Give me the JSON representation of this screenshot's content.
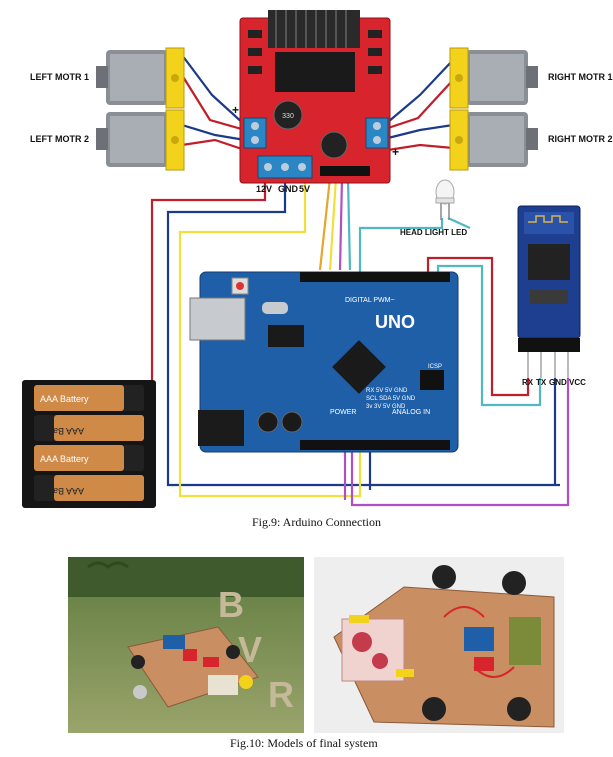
{
  "motors": {
    "left1": "LEFT MOTR 1",
    "left2": "LEFT MOTR 2",
    "right1": "RIGHT MOTR 1",
    "right2": "RIGHT MOTR 2"
  },
  "driver": {
    "power_pins": [
      "12V",
      "GND",
      "5V"
    ],
    "plus": "+",
    "cap_text": "330"
  },
  "led_label": "HEAD LIGHT LED",
  "bluetooth": {
    "pins": [
      "RX",
      "TX",
      "GND",
      "VCC"
    ]
  },
  "battery": {
    "cells": [
      "AAA Battery",
      "AAA Battery",
      "AAA Battery",
      "AAA Battery"
    ]
  },
  "arduino": {
    "logo": "UNO",
    "digital_label": "DIGITAL PWM~",
    "power_label": "POWER",
    "analog_label": "ANALOG IN",
    "icsp_label": "ICSP",
    "pin_rows": [
      "RX 5V 5V GND",
      "SCL SDA 5V GND",
      "3v 3V 5V GND"
    ]
  },
  "captions": {
    "fig9": "Fig.9: Arduino Connection",
    "fig10": "Fig.10: Models of final system"
  },
  "photo_sign_letters": [
    "B",
    "V",
    "R"
  ],
  "colors": {
    "driver_red": "#d8242c",
    "arduino_blue": "#1f5fa8",
    "motor_yellow": "#f2d21b",
    "wire_blue": "#1b3a8a",
    "wire_red": "#c01e2a",
    "wire_yellow": "#f2df38",
    "wire_purple": "#b04fc4",
    "wire_cyan": "#4fb8c2"
  }
}
